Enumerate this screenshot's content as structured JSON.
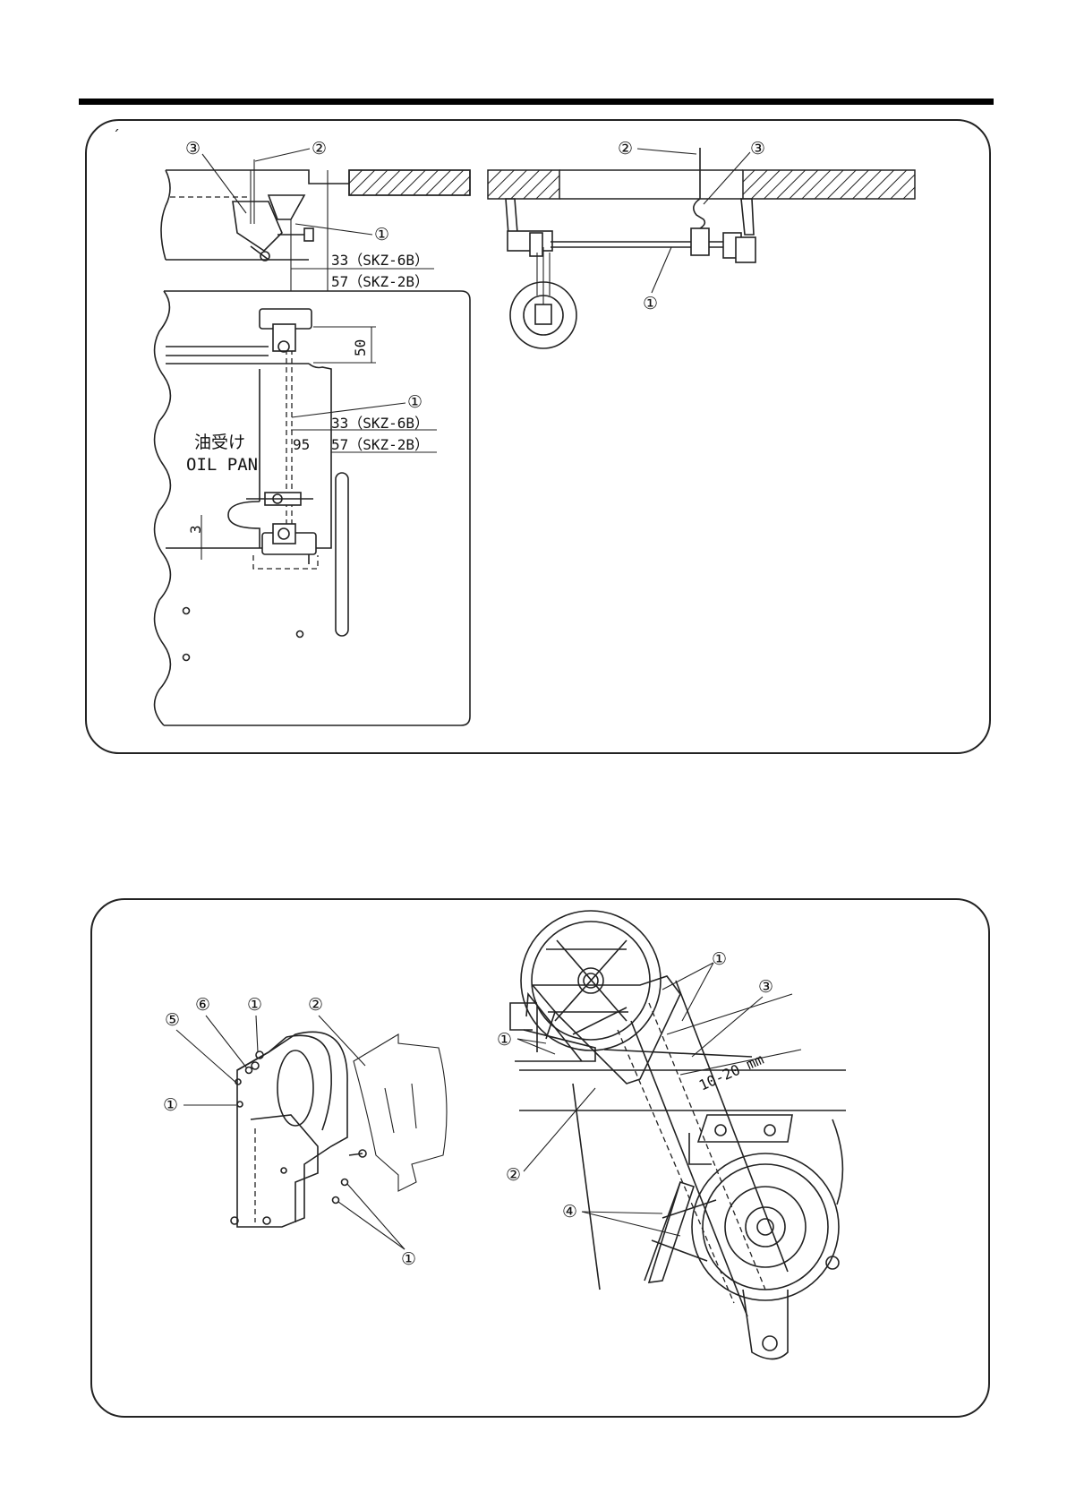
{
  "figure_top": {
    "callouts": {
      "c1": "①",
      "c2": "②",
      "c3": "③",
      "c1b": "①",
      "c1c": "①",
      "c2b": "②",
      "c3b": "③"
    },
    "dim_33": "33（SKZ-6B）",
    "dim_57": "57（SKZ-2B）",
    "dim_33b": "33（SKZ-6B）",
    "dim_57b": "57（SKZ-2B）",
    "dim_50": "50",
    "dim_95": "95",
    "dim_3": "3",
    "oil_pan_jp": "油受け",
    "oil_pan_en": "OIL PAN"
  },
  "figure_bottom": {
    "callouts": {
      "c5": "⑤",
      "c6": "⑥",
      "c1a": "①",
      "c2": "②",
      "c1b": "①",
      "c1c": "①",
      "c1d": "①",
      "c1e": "①",
      "c3": "③",
      "c2b": "②",
      "c4": "④"
    },
    "belt_tension": "10-20 mm"
  }
}
